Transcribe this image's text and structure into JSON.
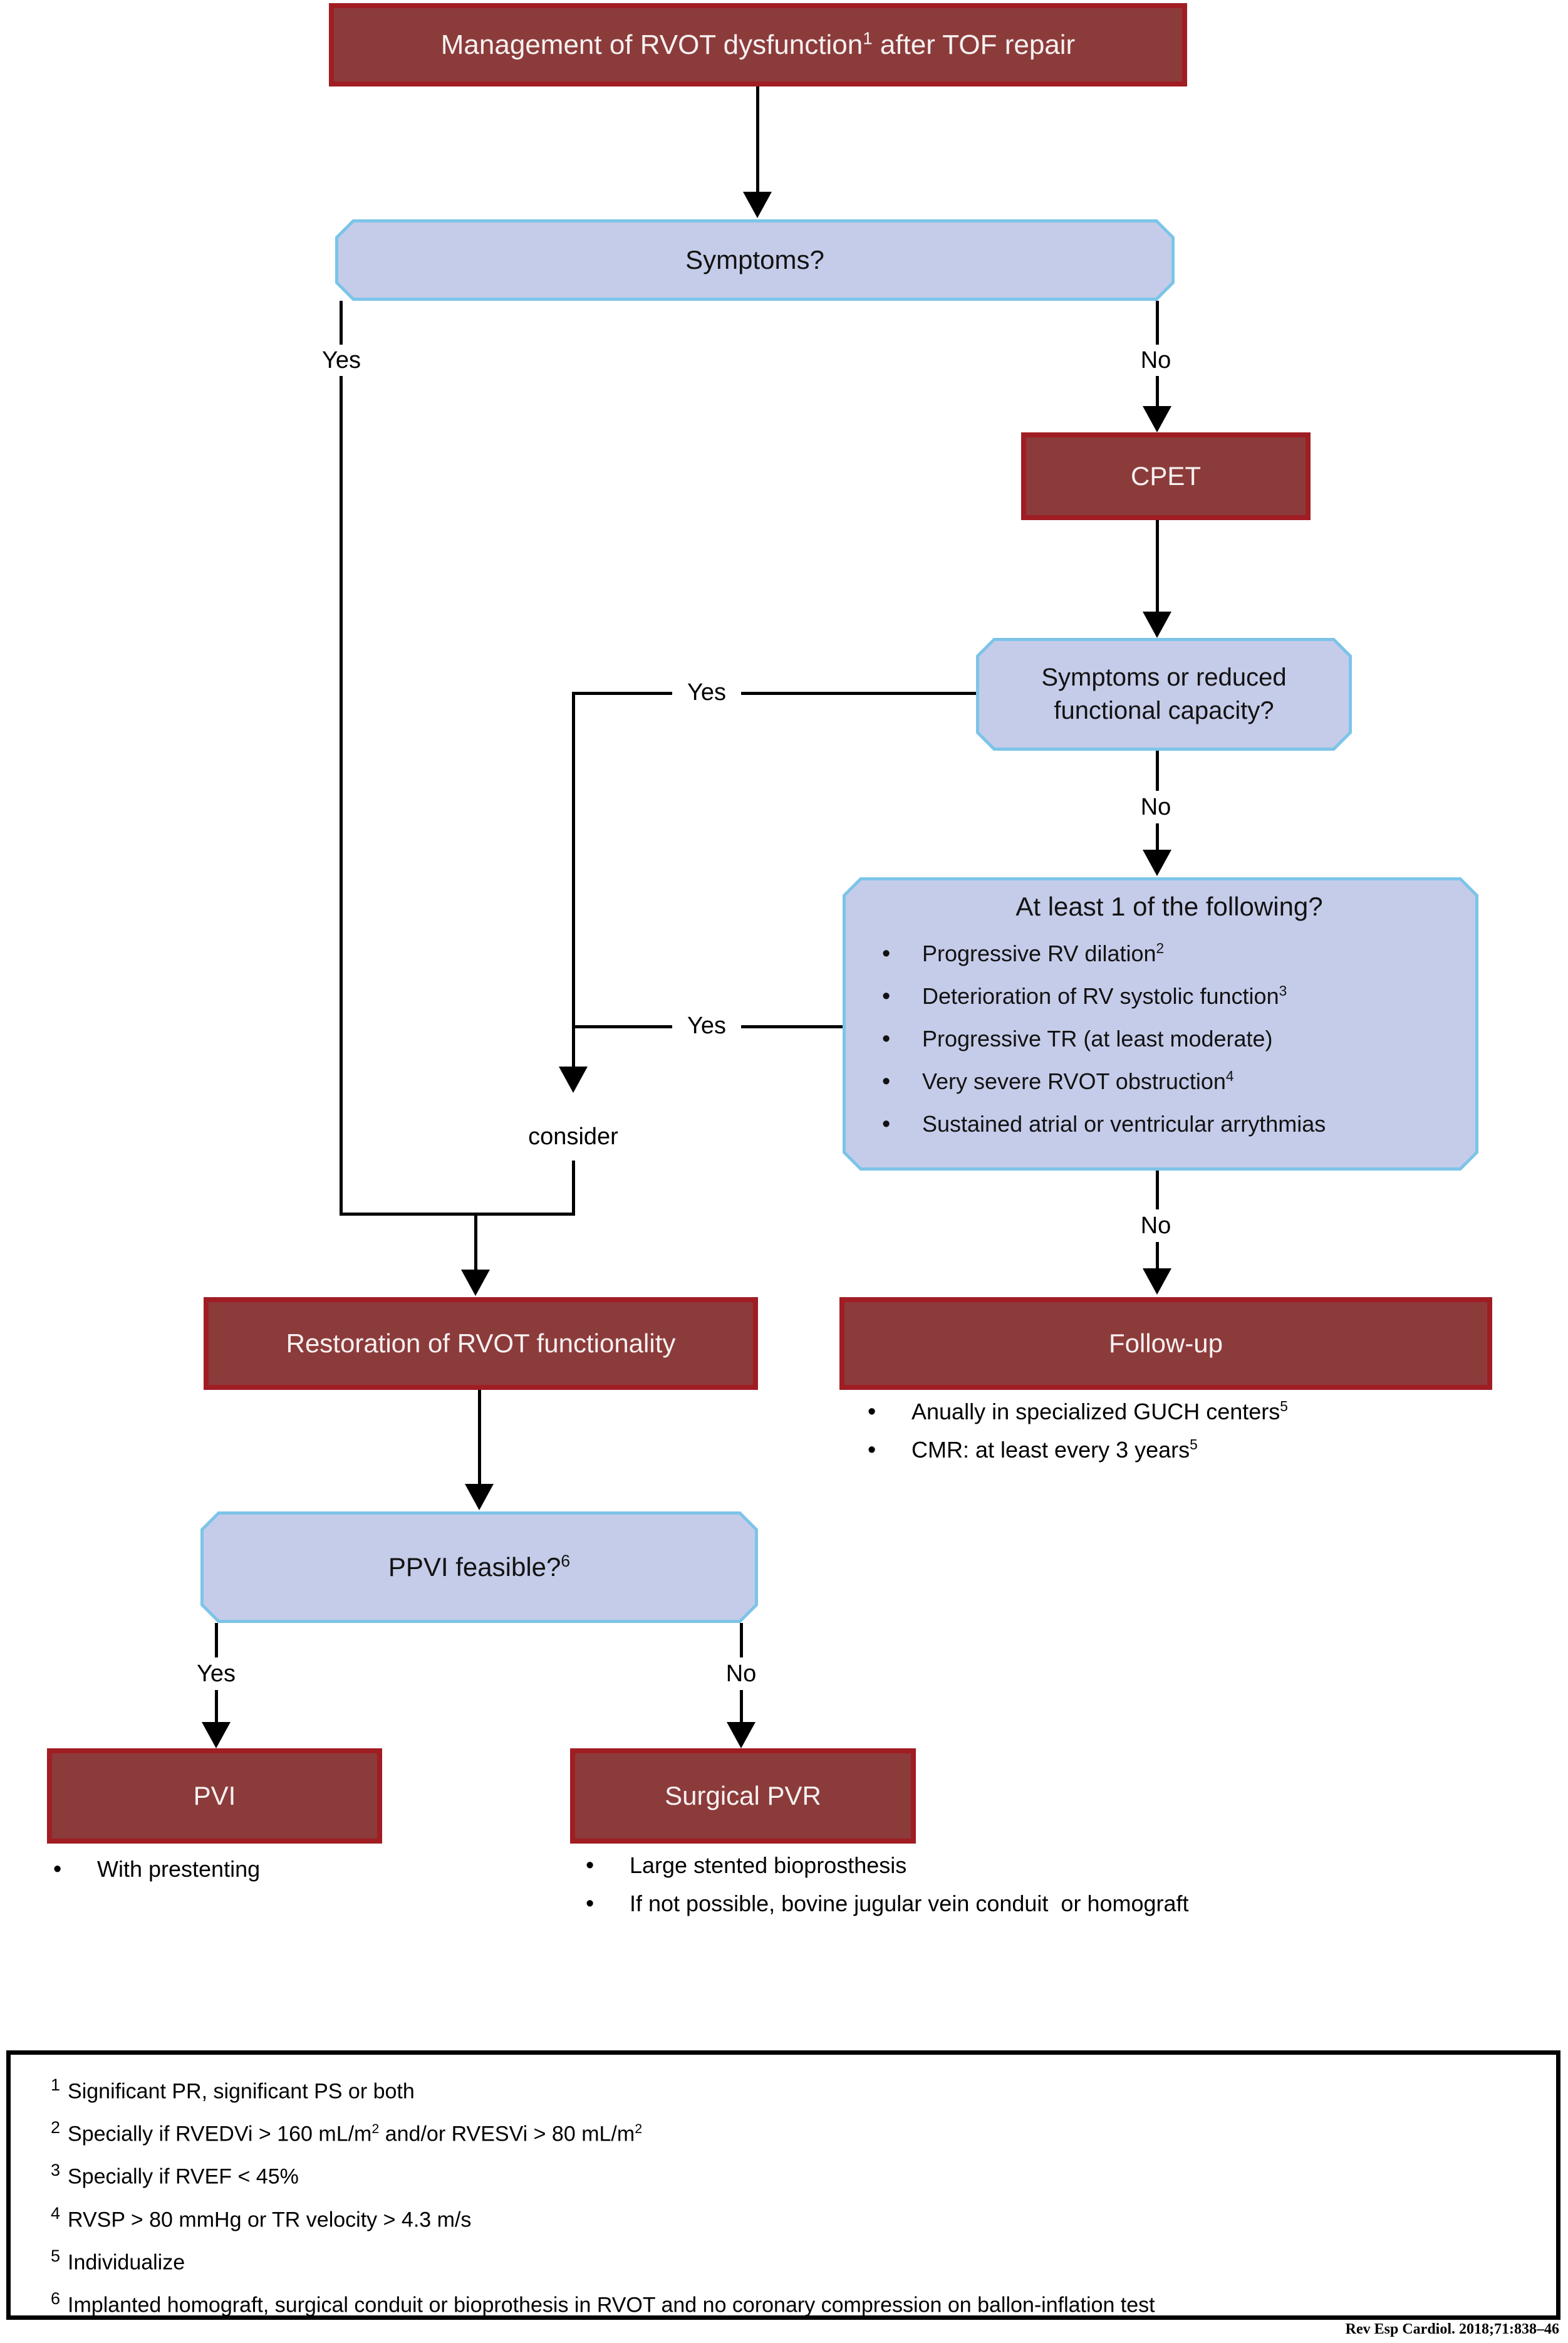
{
  "palette": {
    "maroon_fill": "#8C3B3B",
    "maroon_border": "#A01D23",
    "blue_fill": "#C5CCE9",
    "blue_border": "#7CC4E8",
    "line_color": "#000000"
  },
  "nodes": {
    "title": {
      "text": "Management of RVOT dysfunction",
      "sup": "1",
      "text2": " after TOF repair"
    },
    "symptoms": {
      "text": "Symptoms?"
    },
    "cpet": {
      "text": "CPET"
    },
    "func_capacity": {
      "line1": "Symptoms or reduced",
      "line2": "functional capacity?"
    },
    "criteria": {
      "title": "At least 1 of the following?",
      "bullets": [
        {
          "text": "Progressive RV dilation",
          "sup": "2"
        },
        {
          "text": "Deterioration of RV systolic function",
          "sup": "3"
        },
        {
          "text": "Progressive TR (at least moderate)",
          "sup": ""
        },
        {
          "text": "Very severe RVOT obstruction",
          "sup": "4"
        },
        {
          "text": "Sustained atrial or ventricular arrythmias",
          "sup": ""
        }
      ]
    },
    "restoration": {
      "text": "Restoration of RVOT functionality"
    },
    "followup": {
      "text": "Follow-up",
      "bullets": [
        {
          "text": "Anually in specialized GUCH centers",
          "sup": "5"
        },
        {
          "text": "CMR: at least every 3 years",
          "sup": "5"
        }
      ]
    },
    "ppvi_feasible": {
      "text": "PPVI feasible?",
      "sup": "6"
    },
    "pvi": {
      "text": "PVI",
      "bullets": [
        {
          "text": "With prestenting",
          "sup": ""
        }
      ]
    },
    "surgical_pvr": {
      "text": "Surgical PVR",
      "bullets": [
        {
          "text": "Large stented bioprosthesis",
          "sup": ""
        },
        {
          "text": "If not possible, bovine jugular vein conduit  or homograft",
          "sup": ""
        }
      ]
    }
  },
  "edge_labels": {
    "symptoms_yes": "Yes",
    "symptoms_no": "No",
    "func_yes": "Yes",
    "func_no": "No",
    "criteria_yes": "Yes",
    "criteria_no": "No",
    "consider": "consider",
    "ppvi_yes": "Yes",
    "ppvi_no": "No"
  },
  "footnotes": [
    {
      "sup": "1",
      "parts": [
        {
          "t": "Significant PR, significant PS or both"
        }
      ]
    },
    {
      "sup": "2",
      "parts": [
        {
          "t": "Specially if RVEDVi > 160 mL/m"
        },
        {
          "s": "2"
        },
        {
          "t": " and/or RVESVi > 80 mL/m"
        },
        {
          "s": "2"
        }
      ]
    },
    {
      "sup": "3",
      "parts": [
        {
          "t": "Specially if RVEF < 45%"
        }
      ]
    },
    {
      "sup": "4",
      "parts": [
        {
          "t": "RVSP > 80 mmHg or TR velocity > 4.3 m/s"
        }
      ]
    },
    {
      "sup": "5",
      "parts": [
        {
          "t": "Individualize"
        }
      ]
    },
    {
      "sup": "6",
      "parts": [
        {
          "t": "Implanted homograft, surgical conduit or bioprothesis in RVOT and no coronary compression on ballon-inflation test"
        }
      ]
    }
  ],
  "citation": "Rev Esp Cardiol. 2018;71:838–46"
}
